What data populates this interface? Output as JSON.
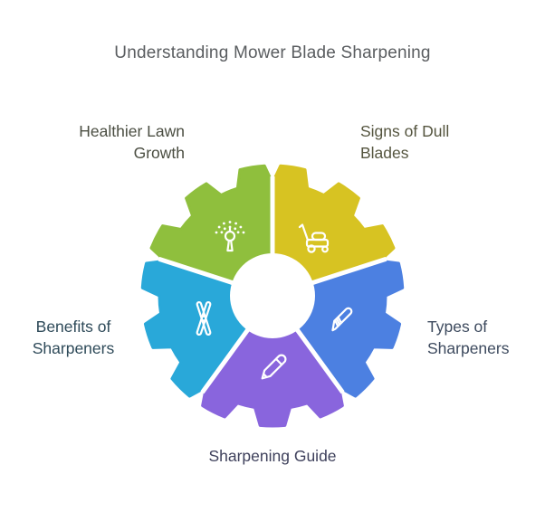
{
  "title": {
    "text": "Understanding Mower Blade Sharpening",
    "color": "#5a5d60"
  },
  "diagram": {
    "type": "gear-cycle-infographic",
    "background_color": "#ffffff",
    "segments": [
      {
        "name": "healthier-lawn-growth",
        "label_lines": [
          "Healthier Lawn",
          "Growth"
        ],
        "color": "#8fbf3d",
        "label_color": "#4b4e42",
        "icon": "sprinkler-icon",
        "angle_deg": 126
      },
      {
        "name": "signs-of-dull-blades",
        "label_lines": [
          "Signs of Dull",
          "Blades"
        ],
        "color": "#d7c322",
        "label_color": "#55553f",
        "icon": "lawn-mower-icon",
        "angle_deg": 54
      },
      {
        "name": "types-of-sharpeners",
        "label_lines": [
          "Types of",
          "Sharpeners"
        ],
        "color": "#4c80e1",
        "label_color": "#3d4a5e",
        "icon": "blade-knife-icon",
        "angle_deg": -18
      },
      {
        "name": "sharpening-guide",
        "label_lines": [
          "Sharpening Guide"
        ],
        "color": "#8965dd",
        "label_color": "#3f415c",
        "icon": "pencil-icon",
        "angle_deg": -90
      },
      {
        "name": "benefits-of-sharpeners",
        "label_lines": [
          "Benefits of",
          "Sharpeners"
        ],
        "color": "#29a8d9",
        "label_color": "#2e4a59",
        "icon": "shears-icon",
        "angle_deg": 198
      }
    ]
  }
}
